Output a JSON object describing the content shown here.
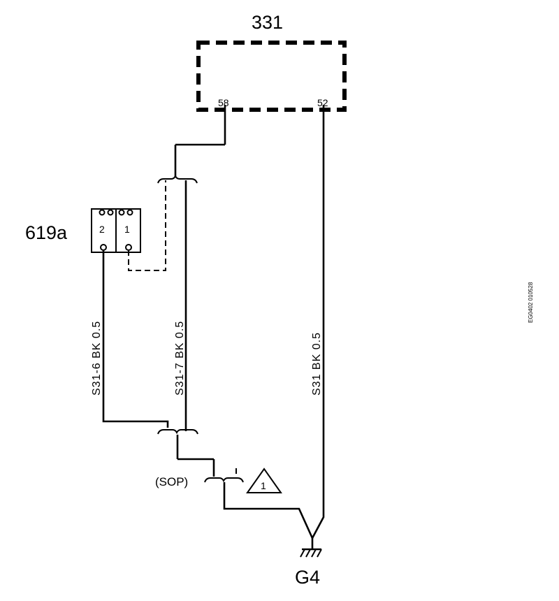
{
  "component_331": {
    "label": "331",
    "pin_58": "58",
    "pin_52": "52"
  },
  "connector_619a": {
    "label": "619a",
    "pin_2": "2",
    "pin_1": "1"
  },
  "wires": {
    "s31_6": "S31-6   BK   0.5",
    "s31_7": "S31-7   BK   0.5",
    "s31": "S31   BK   0.5"
  },
  "splice": {
    "label": "(SOP)",
    "note_number": "1"
  },
  "ground": {
    "label": "G4"
  },
  "side_code": "EG0402  010528"
}
